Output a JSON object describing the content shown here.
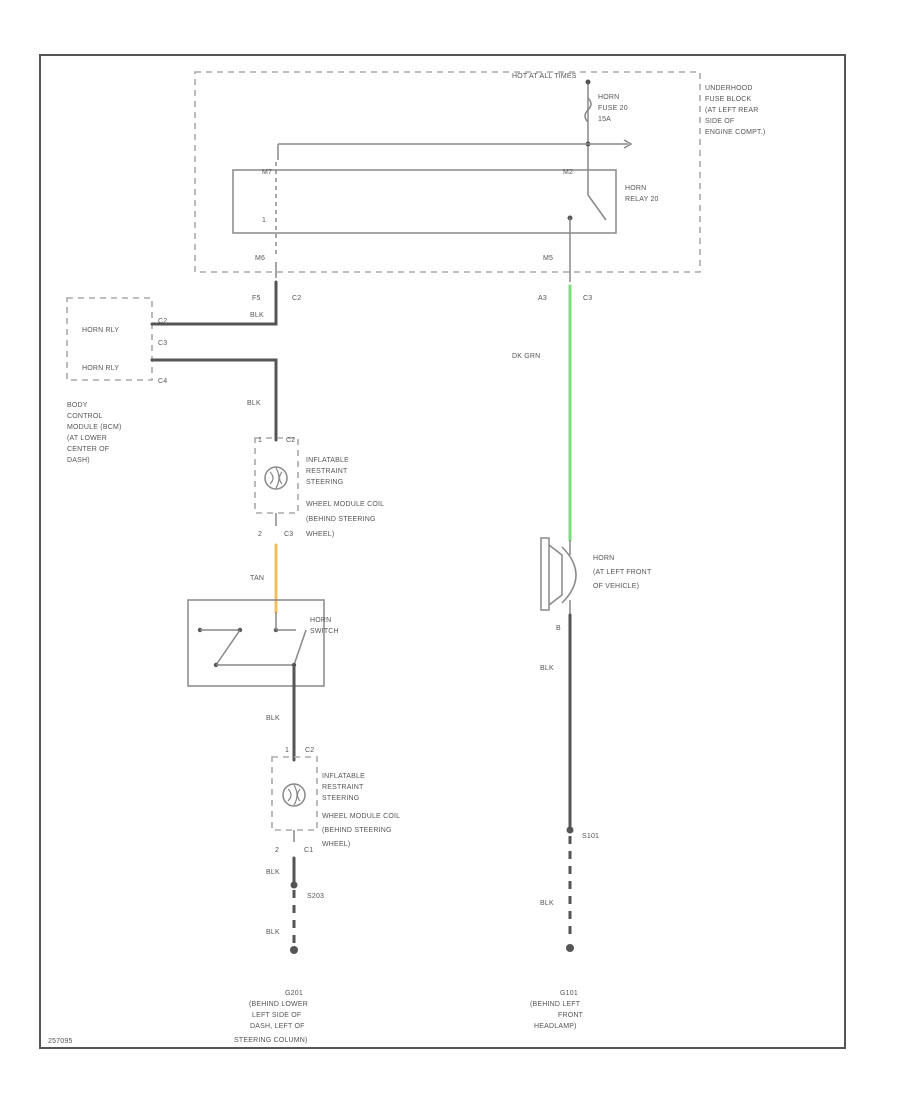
{
  "colors": {
    "wire_black": "#555555",
    "wire_green": "#7ddc7d",
    "wire_tan": "#f0c060",
    "frame": "#555555",
    "dashed_box": "#aaaaaa"
  },
  "fuse_block": {
    "hot_label": "HOT AT ALL TIMES",
    "name_lines": [
      "UNDERHOOD",
      "FUSE BLOCK",
      "(AT LEFT REAR",
      "SIDE OF",
      "ENGINE COMPT.)"
    ],
    "fuse_lines": [
      "HORN",
      "FUSE 20",
      "15A"
    ],
    "relay_lines": [
      "HORN",
      "RELAY 20"
    ],
    "relay_pin_left_top": "M7",
    "relay_pin_left_bottom": "1",
    "relay_pin_right_top": "M2",
    "pin_left_bottom": "M6",
    "pin_right_bottom": "M5"
  },
  "bcm": {
    "item1": "HORN RLY",
    "item2": "HORN RLY",
    "c2": "C2",
    "c3": "C3",
    "c4": "C4",
    "name_lines": [
      "BODY",
      "CONTROL",
      "MODULE (BCM)",
      "(AT LOWER",
      "CENTER OF",
      "DASH)"
    ]
  },
  "connectors": {
    "f5": "F5",
    "c2": "C2",
    "a3": "A3",
    "c3": "C3"
  },
  "wires": {
    "blk_top": "BLK",
    "blk_bcm": "BLK",
    "dk_grn": "DK GRN",
    "tan": "TAN",
    "blk_switch": "BLK",
    "blk_horn": "BLK",
    "blk_g201_a": "BLK",
    "blk_g201_b": "BLK",
    "blk_g101": "BLK"
  },
  "coil_top": {
    "pin_a": "1",
    "conn_a": "C2",
    "pin_b": "2",
    "conn_b": "C3",
    "lines": [
      "INFLATABLE",
      "RESTRAINT",
      "STEERING",
      "WHEEL MODULE COIL",
      "(BEHIND STEERING",
      "WHEEL)"
    ]
  },
  "horn_switch": {
    "lines": [
      "HORN",
      "SWITCH"
    ]
  },
  "coil_bottom": {
    "pin_a": "1",
    "conn_a": "C2",
    "pin_b": "2",
    "conn_b": "C1",
    "lines": [
      "INFLATABLE",
      "RESTRAINT",
      "STEERING",
      "WHEEL MODULE COIL",
      "(BEHIND STEERING",
      "WHEEL)"
    ]
  },
  "horn": {
    "lines": [
      "HORN",
      "(AT LEFT FRONT",
      "OF VEHICLE)"
    ],
    "pin": "B"
  },
  "splices": {
    "s203": "S203",
    "s101": "S101"
  },
  "grounds": {
    "g201_lines": [
      "G201",
      "(BEHIND LOWER",
      "LEFT SIDE OF",
      "DASH, LEFT OF",
      "STEERING COLUMN)"
    ],
    "g101_lines": [
      "G101",
      "(BEHIND LEFT",
      "FRONT",
      "HEADLAMP)"
    ]
  },
  "footer_code": "257095"
}
